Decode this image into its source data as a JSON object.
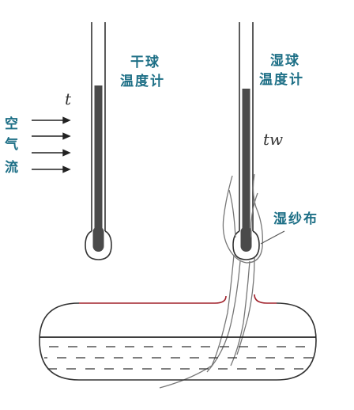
{
  "labels": {
    "dry_bulb_line1": "干球",
    "dry_bulb_line2": "温度计",
    "wet_bulb_line1": "湿球",
    "wet_bulb_line2": "温度计",
    "t_symbol": "t",
    "tw_symbol": "tw",
    "air_flow_chars": [
      "空",
      "气",
      "流"
    ],
    "wet_gauze": "湿纱布"
  },
  "colors": {
    "label_blue": "#1d6f86",
    "line": "#333333",
    "mercury": "#4a4a4a",
    "gauze": "#777777",
    "reservoir_top": "#a0202a"
  }
}
